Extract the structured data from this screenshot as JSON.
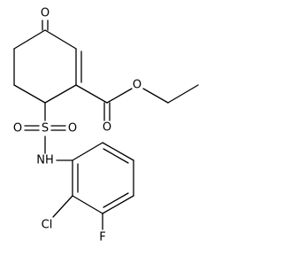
{
  "molecule": {
    "atoms": {
      "ketone_oxygen": "O",
      "ester_carbonyl_oxygen": "O",
      "ester_ether_oxygen": "O",
      "sulfonyl_oxygen_left": "O",
      "sulfonyl_oxygen_right": "O",
      "sulfur": "S",
      "amine": "NH",
      "chlorine": "Cl",
      "fluorine": "F"
    }
  }
}
